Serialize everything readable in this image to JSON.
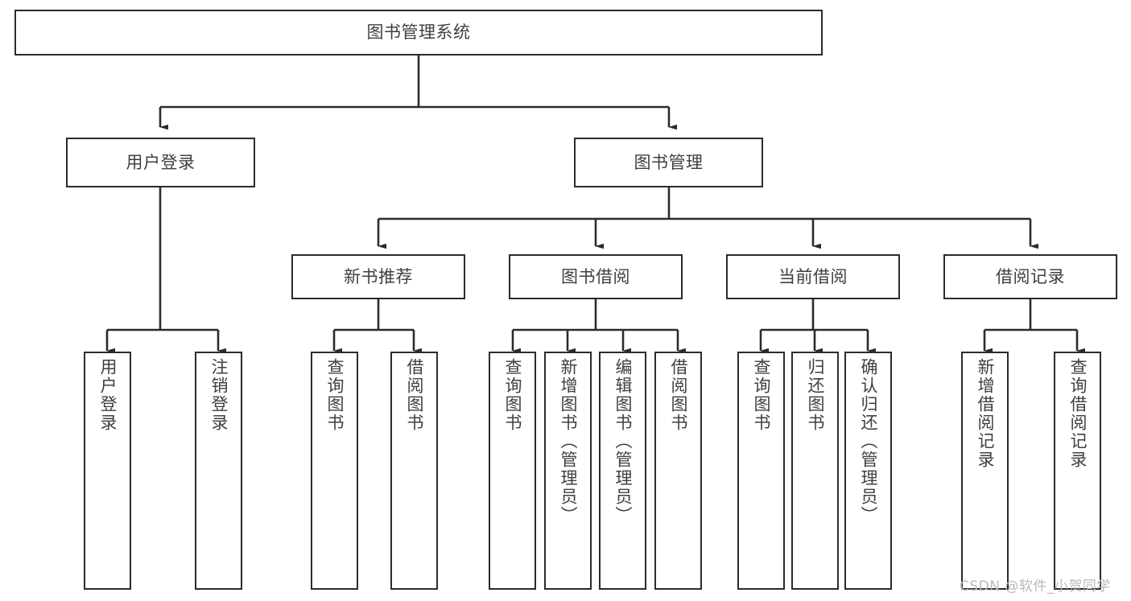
{
  "diagram": {
    "title": "图书管理系统",
    "type": "functional-decomposition-tree",
    "watermark": "CSDN @软件_小贺同学",
    "stroke_color": "#2b2b2b",
    "text_color": "#3f3f3f",
    "background_color": "#ffffff",
    "nodes": {
      "root": {
        "label": "图书管理系统"
      },
      "level2": [
        {
          "label": "用户登录"
        },
        {
          "label": "图书管理"
        }
      ],
      "level3": [
        {
          "label": "新书推荐"
        },
        {
          "label": "图书借阅"
        },
        {
          "label": "当前借阅"
        },
        {
          "label": "借阅记录"
        }
      ],
      "leaves_user_login": [
        {
          "label": "用户登录"
        },
        {
          "label": "注销登录"
        }
      ],
      "leaves_new_book": [
        {
          "label": "查询图书"
        },
        {
          "label": "借阅图书"
        }
      ],
      "leaves_borrow": [
        {
          "label": "查询图书"
        },
        {
          "label": "新增图书（管理员）"
        },
        {
          "label": "编辑图书（管理员）"
        },
        {
          "label": "借阅图书"
        }
      ],
      "leaves_current": [
        {
          "label": "查询图书"
        },
        {
          "label": "归还图书"
        },
        {
          "label": "确认归还（管理员）"
        }
      ],
      "leaves_records": [
        {
          "label": "新增借阅记录"
        },
        {
          "label": "查询借阅记录"
        }
      ]
    }
  }
}
